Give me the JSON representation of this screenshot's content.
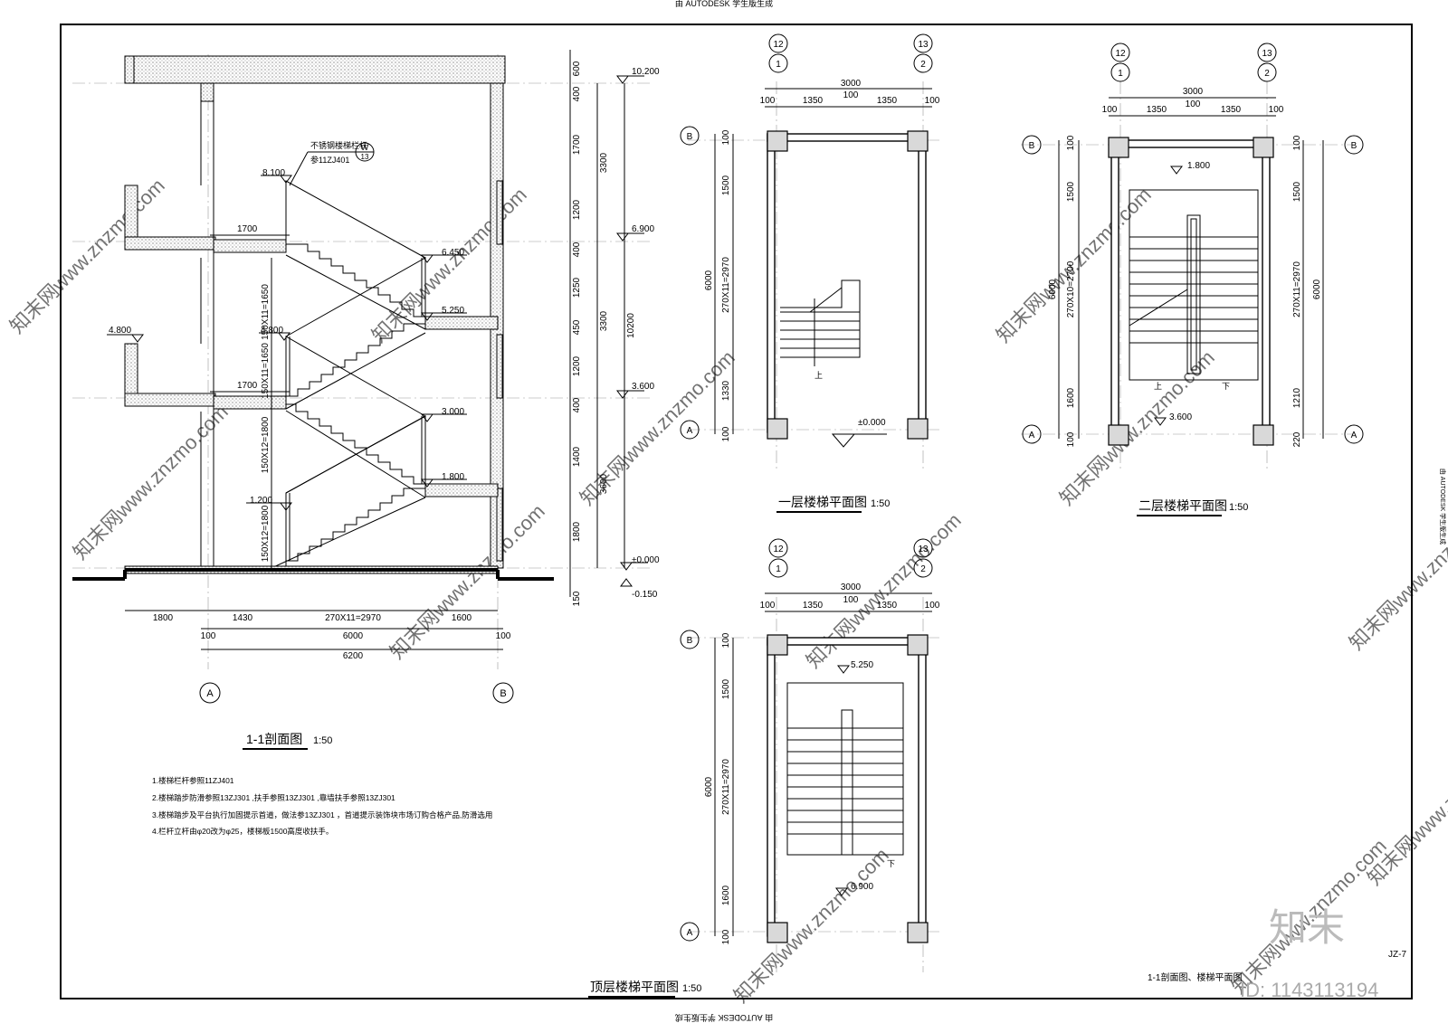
{
  "top_note": "由 AUTODESK 学生版生成",
  "bottom_note": "由 AUTODESK 学生版生成",
  "side_note": "由 AUTODESK 学生版生成",
  "section": {
    "title": "1-1剖面图",
    "scale": "1:50",
    "levels": [
      "10.200",
      "8.100",
      "6.900",
      "6.450",
      "5.250",
      "4.800",
      "4.800",
      "3.600",
      "3.000",
      "1.800",
      "1.200",
      "±0.000",
      "-0.150"
    ],
    "flights": [
      "150X11=1650",
      "150X11=1650",
      "150X12=1800",
      "150X12=1800"
    ],
    "landings": [
      "1700",
      "1700"
    ],
    "rail_note": "不锈钢楼梯栏杆",
    "rail_ref": "参11ZJ401",
    "rail_symbol_top": "W",
    "rail_symbol_bottom": "13",
    "right_dims_a": [
      "600",
      "400",
      "1700",
      "1200",
      "400",
      "1250",
      "450",
      "1200",
      "400",
      "1400",
      "1800",
      "150"
    ],
    "right_dims_b": [
      "3300",
      "3300",
      "3600"
    ],
    "right_dims_total": "10200",
    "bottom_dims": [
      "1800",
      "1430",
      "270X11=2970",
      "1600"
    ],
    "bottom_dims_b": [
      "100",
      "6000",
      "100"
    ],
    "bottom_total": "6200",
    "axes": [
      "A",
      "B"
    ]
  },
  "notes": [
    "1.楼梯栏杆参照11ZJ401",
    "2.楼梯踏步防滑参照13ZJ301 ,扶手参照13ZJ301 ,靠墙扶手参照13ZJ301",
    "3.楼梯踏步及平台执行加固提示首道，做法参13ZJ301 ，首道提示装饰块市场订购合格产品,防滑选用",
    "4.栏杆立杆由φ20改为φ25，楼梯板1500高度收扶手。"
  ],
  "plan1": {
    "title": "一层楼梯平面图",
    "scale": "1:50",
    "axis_top": [
      "12",
      "1",
      "13",
      "2"
    ],
    "top_dims": [
      "3000",
      "100",
      "1350",
      "100",
      "1350",
      "100"
    ],
    "left_dims": [
      "100",
      "1500",
      "270X11=2970",
      "1330",
      "100"
    ],
    "left_total": "6000",
    "level": "±0.000",
    "up": "上",
    "axes_side": [
      "B",
      "A"
    ]
  },
  "plan2": {
    "title": "二层楼梯平面图",
    "scale": "1:50",
    "axis_top": [
      "12",
      "1",
      "13",
      "2"
    ],
    "top_dims": [
      "3000",
      "100",
      "1350",
      "100",
      "1350",
      "100"
    ],
    "left_dims": [
      "100",
      "1500",
      "270X10=2700",
      "1600",
      "100"
    ],
    "right_dims": [
      "100",
      "1500",
      "270X11=2970",
      "1210",
      "220"
    ],
    "total": "6000",
    "levels": [
      "1.800",
      "3.600"
    ],
    "up": "上",
    "down": "下",
    "axes_side": [
      "B",
      "A"
    ]
  },
  "plan3": {
    "title": "顶层楼梯平面图",
    "scale": "1:50",
    "axis_top": [
      "12",
      "1",
      "13",
      "2"
    ],
    "top_dims": [
      "3000",
      "100",
      "1350",
      "100",
      "1350",
      "100"
    ],
    "left_dims": [
      "100",
      "1500",
      "270X11=2970",
      "1600",
      "100"
    ],
    "left_total": "6000",
    "levels": [
      "5.250",
      "6.900"
    ],
    "down": "下",
    "axes_side": [
      "B",
      "A"
    ]
  },
  "sheet_title": "1-1剖面图、楼梯平面图",
  "sheet_no": "JZ-7",
  "logo": "知末",
  "id_text": "ID: 1143113194",
  "watermark": "知末网www.znzmo.com"
}
